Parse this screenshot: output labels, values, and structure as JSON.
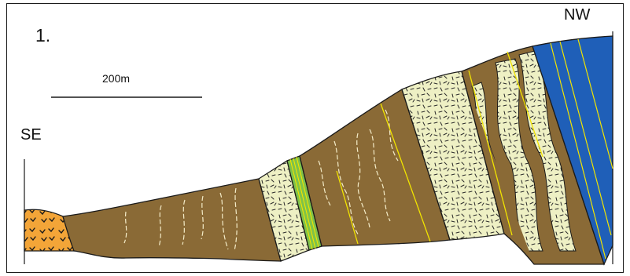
{
  "panel": {
    "number": "1."
  },
  "orientation": {
    "left": "SE",
    "right": "NW"
  },
  "scale_bar": {
    "label": "200m"
  },
  "colors": {
    "tan_unit": "#8a6a36",
    "pale_unit": "#eef0c4",
    "orange_unit": "#f3a538",
    "blue_unit": "#1f5fb8",
    "green_unit": "#7ec24a",
    "yellow_line": "#f1e400",
    "outline": "#1a1a1a"
  }
}
